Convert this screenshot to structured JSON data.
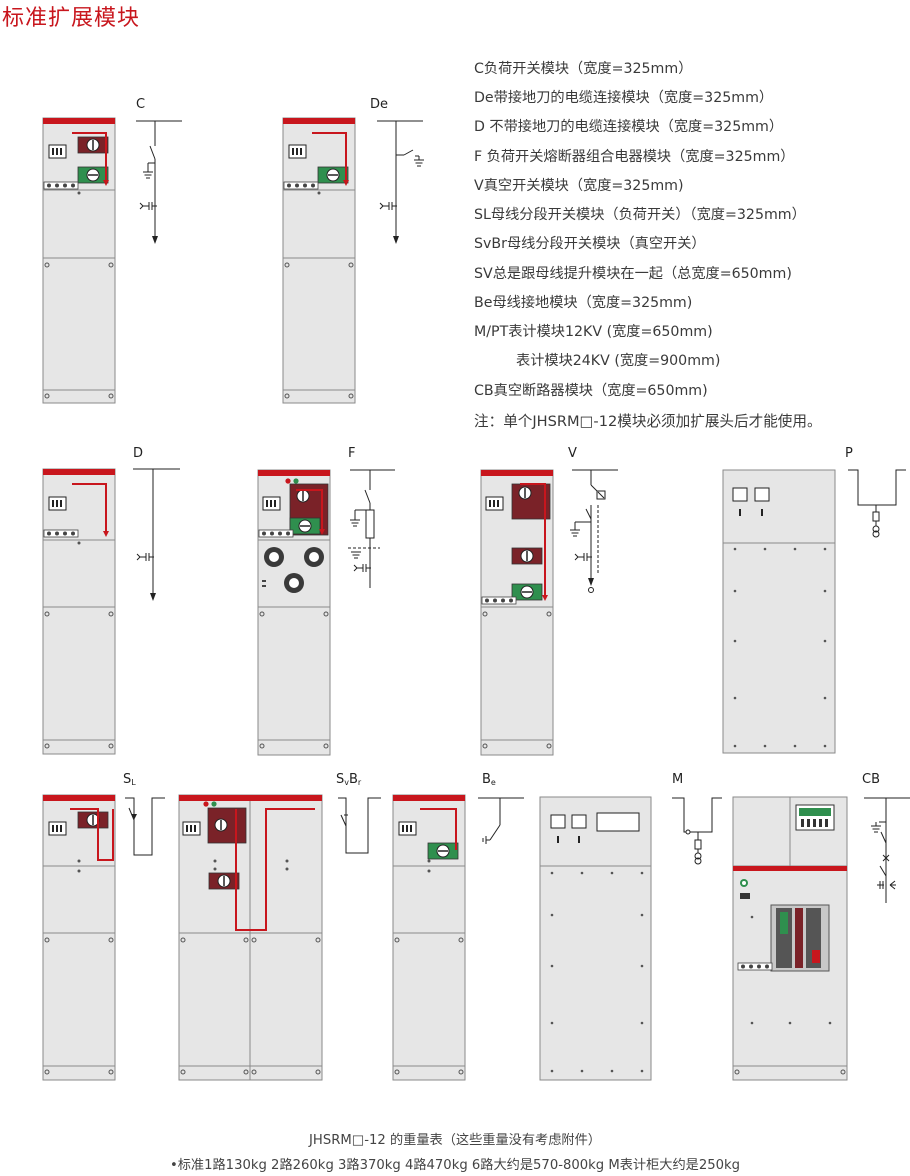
{
  "page_title": "标准扩展模块",
  "legend": [
    "C负荷开关模块（宽度=325mm）",
    "De带接地刀的电缆连接模块（宽度=325mm）",
    "D 不带接地刀的电缆连接模块（宽度=325mm）",
    "F 负荷开关熔断器组合电器模块（宽度=325mm）",
    "V真空开关模块（宽度=325mm)",
    "SL母线分段开关模块（负荷开关）（宽度=325mm）",
    "SvBr母线分段开关模块（真空开关）",
    "SV总是跟母线提升模块在一起（总宽度=650mm)",
    "Be母线接地模块（宽度=325mm)",
    "M/PT表计模块12KV (宽度=650mm)",
    "表计模块24KV (宽度=900mm)",
    "CB真空断路器模块（宽度=650mm)"
  ],
  "note": "注：单个JHSRM□-12模块必须加扩展头后才能使用。",
  "module_labels": {
    "C": "C",
    "De": "De",
    "D": "D",
    "F": "F",
    "V": "V",
    "P": "P",
    "SL_main": "S",
    "SL_sub": "L",
    "SvBr_s": "S",
    "SvBr_v": "v",
    "SvBr_b": "B",
    "SvBr_r": "r",
    "Be_main": "B",
    "Be_sub": "e",
    "M": "M",
    "CB": "CB"
  },
  "weight_title": "JHSRM□-12 的重量表（这些重量没有考虑附件）",
  "weight_line": "•标准1路130kg  2路260kg  3路370kg  4路470kg  6路大约是570-800kg  M表计柜大约是250kg",
  "colors": {
    "accent_red": "#c8161d",
    "panel_gray": "#e6e6e6",
    "panel_line": "#8a8a8a",
    "switch_green": "#2f8f4e",
    "switch_red": "#b0262c"
  }
}
